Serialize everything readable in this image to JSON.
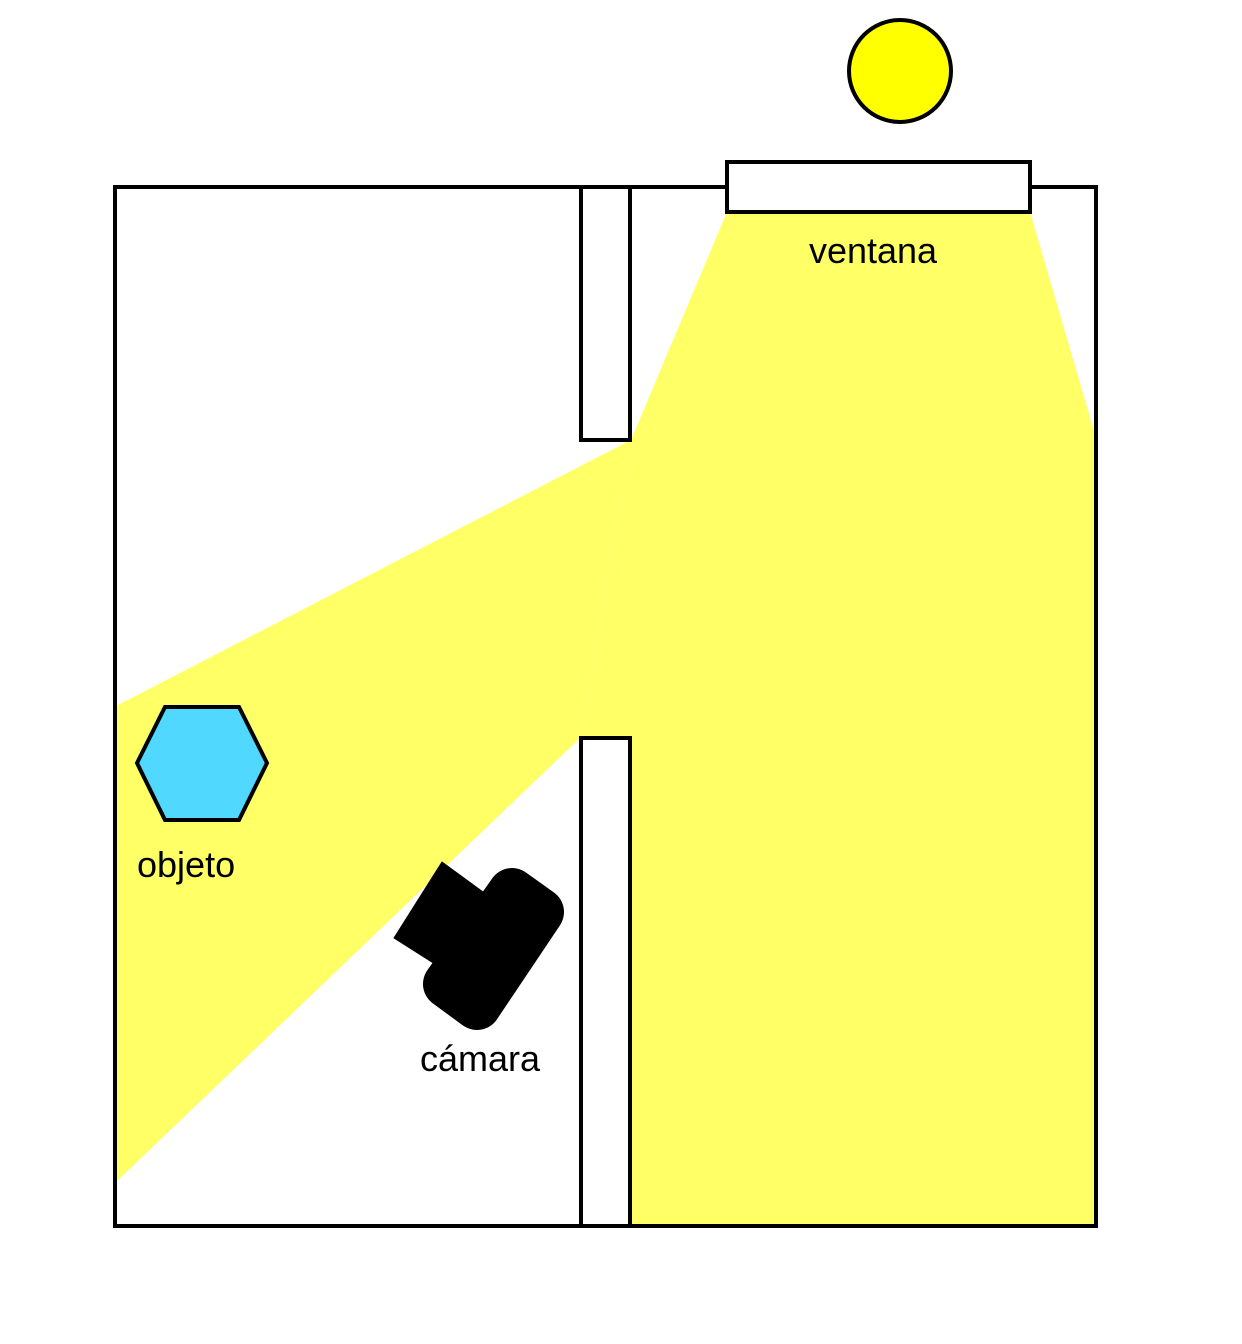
{
  "labels": {
    "window": "ventana",
    "object": "objeto",
    "camera": "cámara"
  },
  "colors": {
    "light": "#FFFF66",
    "sun": "#FFFF00",
    "object": "#50D8FF",
    "line": "#000000",
    "camera": "#000000"
  },
  "icons": {
    "sun": "sun-icon",
    "object": "hexagon-icon",
    "camera": "camera-icon"
  }
}
